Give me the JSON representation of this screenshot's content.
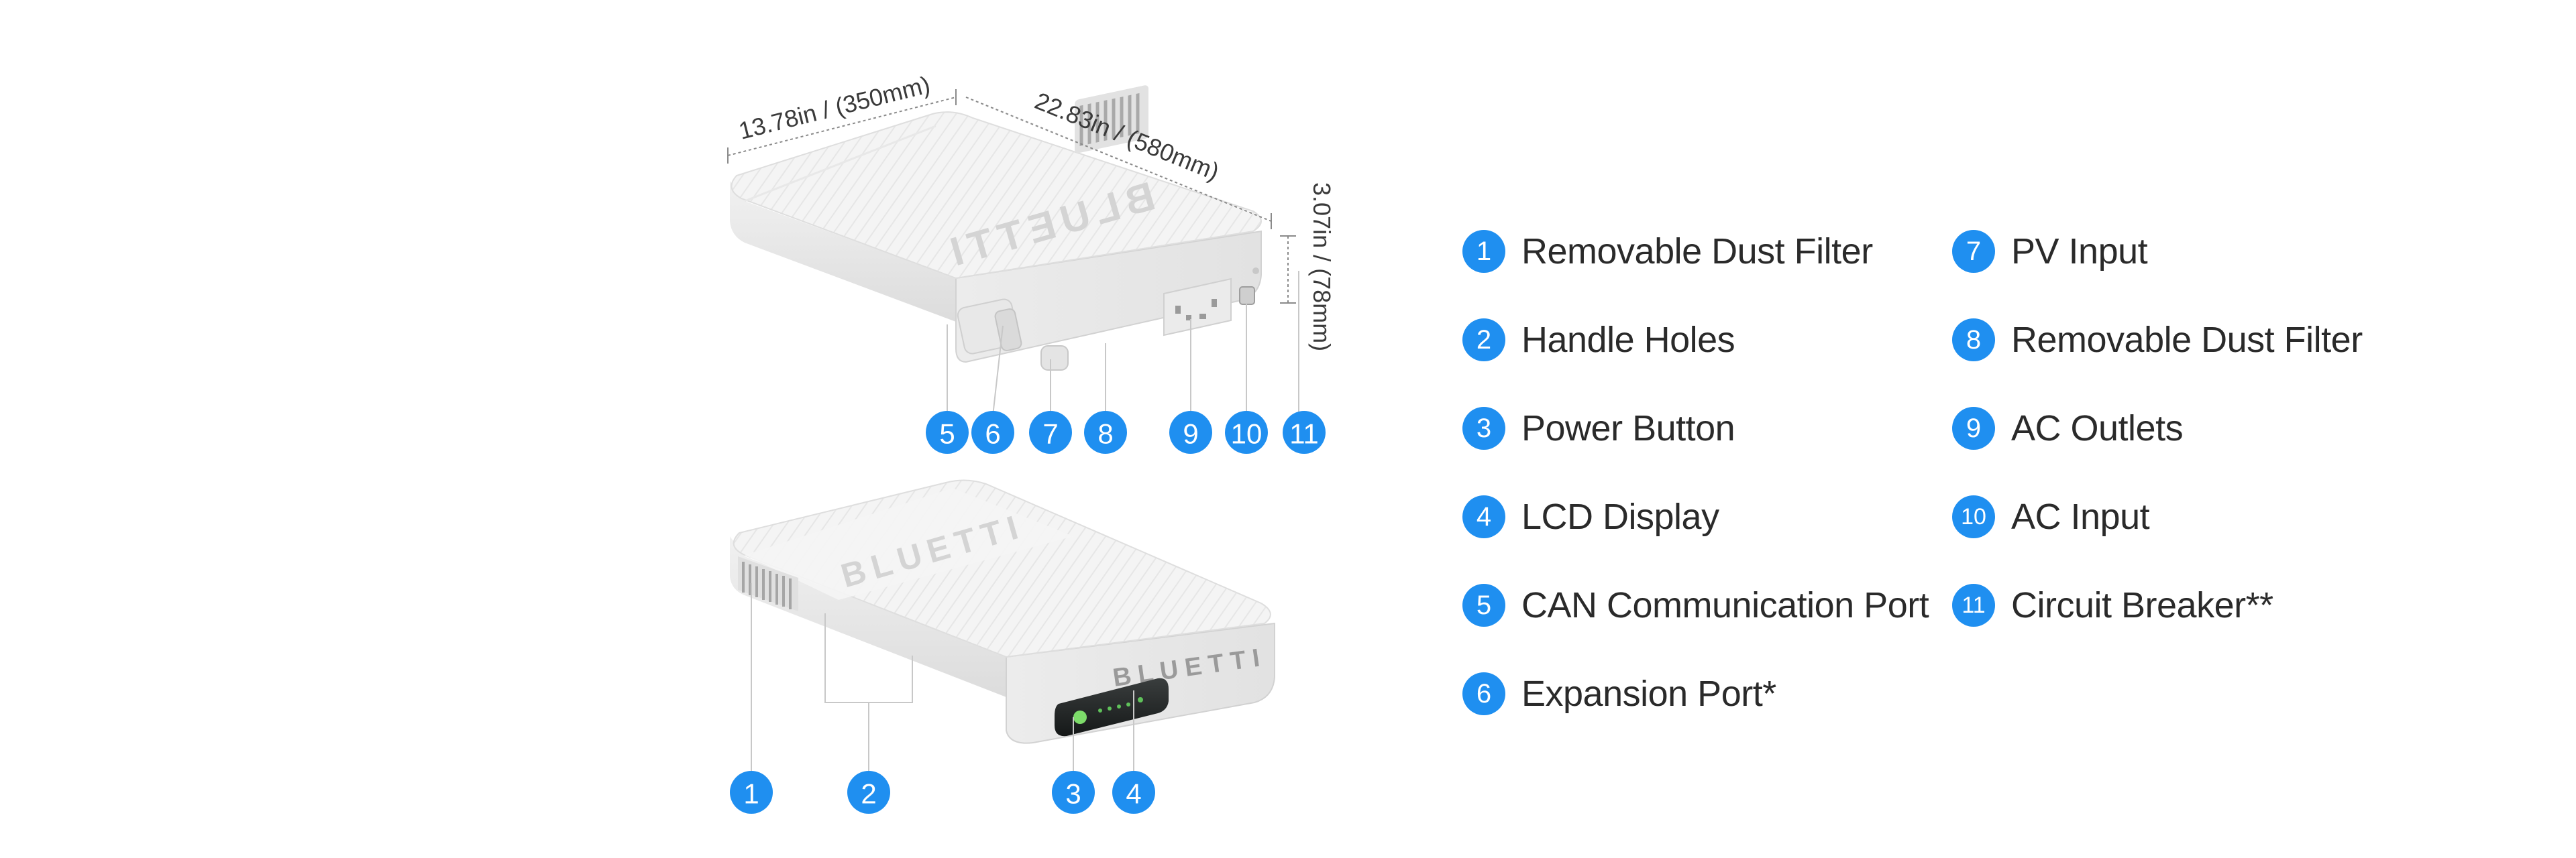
{
  "dimensions": {
    "width": "13.78in / (350mm)",
    "length": "22.83in / (580mm)",
    "height": "3.07in / (78mm)"
  },
  "device": {
    "brand": "BLUETTI"
  },
  "callouts": {
    "top_view": [
      "5",
      "6",
      "7",
      "8",
      "9",
      "10",
      "11"
    ],
    "bottom_view": [
      "1",
      "2",
      "3",
      "4"
    ]
  },
  "legend": {
    "left_column": [
      {
        "number": "1",
        "label": "Removable Dust Filter"
      },
      {
        "number": "2",
        "label": "Handle Holes"
      },
      {
        "number": "3",
        "label": "Power Button"
      },
      {
        "number": "4",
        "label": "LCD Display"
      },
      {
        "number": "5",
        "label": "CAN Communication Port"
      },
      {
        "number": "6",
        "label": "Expansion Port*"
      }
    ],
    "right_column": [
      {
        "number": "7",
        "label": "PV Input"
      },
      {
        "number": "8",
        "label": "Removable Dust Filter"
      },
      {
        "number": "9",
        "label": "AC Outlets"
      },
      {
        "number": "10",
        "label": "AC Input"
      },
      {
        "number": "11",
        "label": "Circuit Breaker**"
      }
    ]
  },
  "colors": {
    "badge": "#1f8ff0",
    "device_body": "#f2f2f2",
    "text": "#2a2a2a"
  }
}
